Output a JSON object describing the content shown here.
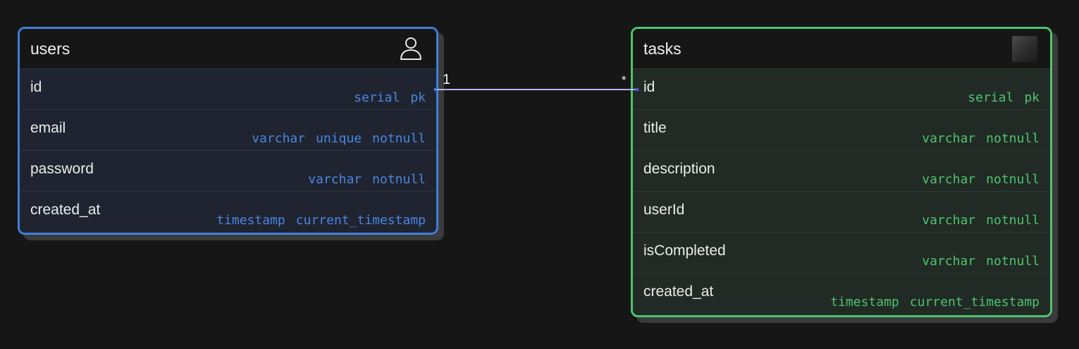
{
  "tables": {
    "users": {
      "name": "users",
      "icon": "user-icon",
      "border_color": "#3f7fd9",
      "columns": [
        {
          "name": "id",
          "types": [
            "serial",
            "pk"
          ]
        },
        {
          "name": "email",
          "types": [
            "varchar",
            "unique",
            "notnull"
          ]
        },
        {
          "name": "password",
          "types": [
            "varchar",
            "notnull"
          ]
        },
        {
          "name": "created_at",
          "types": [
            "timestamp",
            "current_timestamp"
          ]
        }
      ]
    },
    "tasks": {
      "name": "tasks",
      "icon": "square-icon",
      "border_color": "#4ec36d",
      "columns": [
        {
          "name": "id",
          "types": [
            "serial",
            "pk"
          ]
        },
        {
          "name": "title",
          "types": [
            "varchar",
            "notnull"
          ]
        },
        {
          "name": "description",
          "types": [
            "varchar",
            "notnull"
          ]
        },
        {
          "name": "userId",
          "types": [
            "varchar",
            "notnull"
          ]
        },
        {
          "name": "isCompleted",
          "types": [
            "varchar",
            "notnull"
          ]
        },
        {
          "name": "created_at",
          "types": [
            "timestamp",
            "current_timestamp"
          ]
        }
      ]
    }
  },
  "relationship": {
    "from": "users.id",
    "to": "tasks.id",
    "from_cardinality": "1",
    "to_cardinality": "*",
    "line_color": "#b8b0ec"
  }
}
